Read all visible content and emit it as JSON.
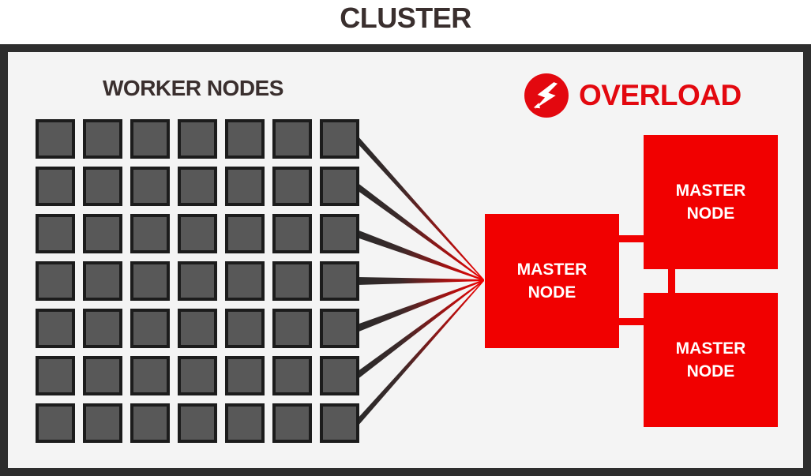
{
  "title": "CLUSTER",
  "workers": {
    "label": "WORKER NODES",
    "rows": 7,
    "cols": 7
  },
  "overload": {
    "label": "OVERLOAD",
    "icon": "lightning-icon",
    "color": "#e3080f"
  },
  "masters": [
    {
      "line1": "MASTER",
      "line2": "NODE"
    },
    {
      "line1": "MASTER",
      "line2": "NODE"
    },
    {
      "line1": "MASTER",
      "line2": "NODE"
    }
  ],
  "colors": {
    "master": "#f10000",
    "worker": "#585858",
    "worker_border": "#1c1c1c",
    "frame": "#2e2e2e"
  }
}
